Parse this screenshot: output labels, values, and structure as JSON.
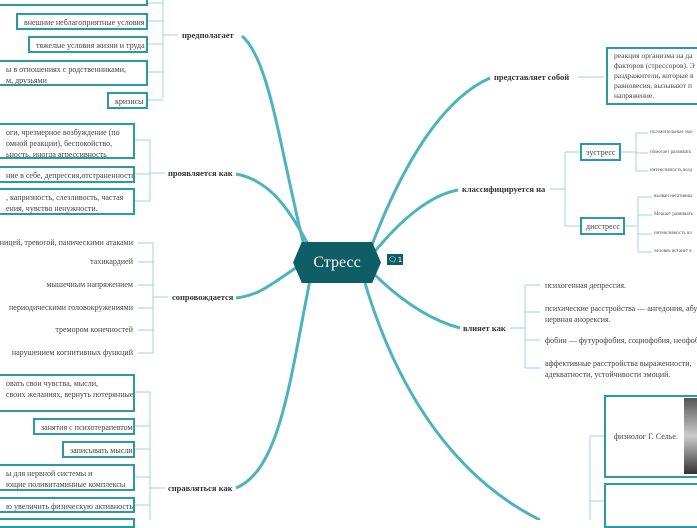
{
  "center": {
    "title": "Стресс",
    "comment_count": "1"
  },
  "left": [
    {
      "label": "предполагает",
      "items": [
        "",
        "внешние неблагоприятные условия",
        "тяжелые условия жизни и труда",
        "ы в отношениях с родственниками,\nм, друзьями",
        "кризисы"
      ]
    },
    {
      "label": "проявляется как",
      "items": [
        "оги, чрезмерное возбуждение (по\nомной реакции), беспокойство,\nьность, иногда агрессивность",
        "ние в себе, депрессия,отстраненность",
        ", капризность, слезливость, частая\nения, чувство ненужности."
      ]
    },
    {
      "label": "сопровождается",
      "items": [
        "ницей, тревогой, паническими атаками",
        "тахикардией",
        "мышечным напряжением",
        "периодическими головокружениями",
        "тремором конечностей",
        "нарушением когнитивных функций"
      ]
    },
    {
      "label": "справляться как",
      "items": [
        "овать свои чувства, мысли,\nсвоих желаниях, вернуть потерянные",
        "занятия с психотерапевтом",
        "записывать мысли",
        "ы для нервной системы и\nющие поливитаминные комплексы",
        "ю увеличить физическую активность"
      ]
    }
  ],
  "right": {
    "defines": {
      "label": "представляет собой",
      "text": "реакция организма на да\nфакторов (стрессоров). Э\nраздражители, которые в\nравновесия, вызывают п\nнапряжение."
    },
    "classifies": {
      "label": "классифицируется на",
      "eustress": {
        "label": "эустресс",
        "items": [
          "положительные эмо",
          "помогает развивать",
          "интенсивность возд"
        ]
      },
      "distress": {
        "label": "дисстресс",
        "items": [
          "вызван негативны",
          "Мешает развивать",
          "интенсивность вл",
          "человек встанет в"
        ]
      }
    },
    "affects": {
      "label": "влияет как",
      "items": [
        "психогенная депрессия.",
        "психические расстройства — ангедония, абу\nнервная анорексия.",
        "фобии — футурофобия, социофобия, неофоб",
        "аффективные расстройства выраженности,\nадекватности, устойчивости эмоций."
      ]
    },
    "author": {
      "text": "физиолог Г. Селье."
    }
  }
}
